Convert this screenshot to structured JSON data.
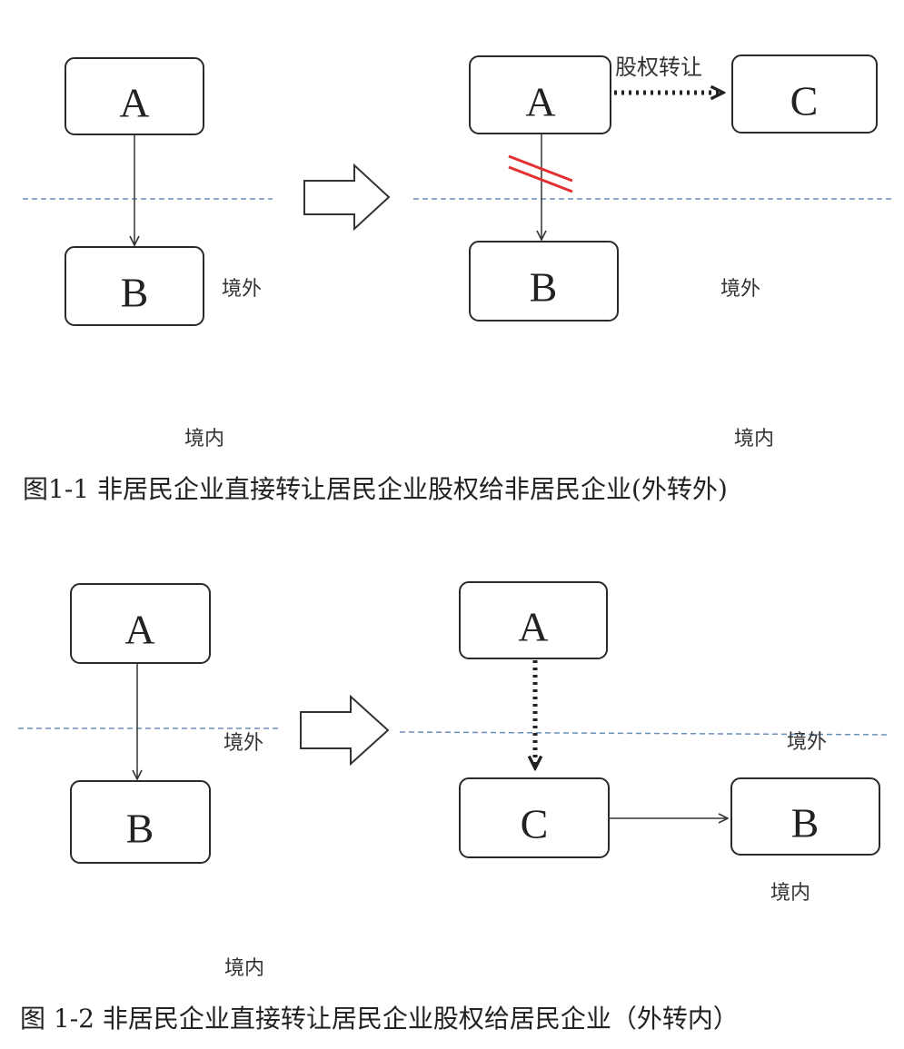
{
  "figure1": {
    "caption": "图1-1   非居民企业直接转让居民企业股权给非居民企业(外转外)",
    "left": {
      "box_a": "A",
      "box_b": "B",
      "label_outside": "境外",
      "label_inside": "境内"
    },
    "right": {
      "box_a": "A",
      "box_b": "B",
      "box_c": "C",
      "transfer_label": "股权转让",
      "label_outside": "境外",
      "label_inside": "境内"
    }
  },
  "figure2": {
    "caption": "图 1-2  非居民企业直接转让居民企业股权给居民企业（外转内）",
    "left": {
      "box_a": "A",
      "box_b": "B",
      "label_outside": "境外",
      "label_inside": "境内"
    },
    "right": {
      "box_a": "A",
      "box_c": "C",
      "box_b": "B",
      "label_outside": "境外",
      "label_inside": "境内"
    }
  },
  "colors": {
    "boundary_line": "#6a8fb8",
    "cut_mark": "#e23030",
    "box_border": "#2a2a2a"
  }
}
